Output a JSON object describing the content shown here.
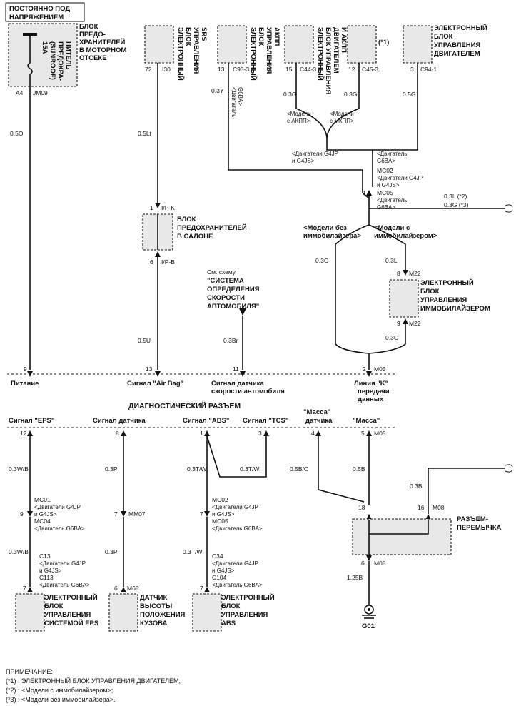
{
  "top_left": {
    "constant_power": [
      "ПОСТОЯННО ПОД",
      "НАПРЯЖЕНИЕМ"
    ],
    "fuse_box_label": [
      "БЛОК",
      "ПРЕДО-",
      "ХРАНИТЕЛЕЙ",
      "В МОТОРНОМ",
      "ОТСЕКЕ"
    ],
    "fuse_rating": "15A",
    "fuse_text": [
      "(SUNROOF)",
      "ПРЕДОХРА-",
      "НИТЕЛЬ"
    ],
    "pin_a4": "A4",
    "conn_jm09": "JM09",
    "wire_left": "0.5O"
  },
  "srs": {
    "vertical_label": [
      "ЭЛЕКТРОННЫЙ",
      "БЛОК",
      "УПРАВЛЕНИЯ",
      "SRS"
    ],
    "pin": "72",
    "conn": "I30",
    "wire": "0.5Lt"
  },
  "akpp_ecu": {
    "vertical_label": [
      "ЭЛЕКТРОННЫЙ",
      "БЛОК",
      "УПРАВЛЕНИЯ",
      "АКПП"
    ],
    "pin": "13",
    "conn": "C93-3",
    "wire": "0.3Y",
    "engine_note": [
      "<Двигатель",
      "G6BA>"
    ]
  },
  "engine_akpp_ecu": {
    "vertical_label": [
      "ЭЛЕКТРОННЫЙ",
      "БЛОК УПРАВЛЕНИЯ",
      "ДВИГАТЕЛЕМ",
      "И АКПП"
    ],
    "pin": "15",
    "conn": "C44-3",
    "wire": "0.3G"
  },
  "ecu_star": {
    "mark": "(*1)",
    "pin": "12",
    "conn": "C45-3",
    "wire": "0.3G"
  },
  "engine_ecu": {
    "label": [
      "ЭЛЕКТРОННЫЙ",
      "БЛОК",
      "УПРАВЛЕНИЯ",
      "ДВИГАТЕЛЕМ"
    ],
    "pin": "3",
    "conn": "C94-1",
    "wire": "0.5G"
  },
  "splice_notes": {
    "akpp_models": [
      "<Модели",
      "с АКПП>"
    ],
    "mkpp_models": [
      "<Модели",
      "с МКПП>"
    ],
    "engines_g4": [
      "<Двигатели G4JP",
      "и G4JS>"
    ],
    "engine_g6": [
      "<Двигатель",
      "G6BA>"
    ],
    "mc02": "MC02",
    "mc02_note": [
      "<Двигатели G4JP",
      "и G4JS>"
    ],
    "pin1": "1",
    "mc05": "MC05",
    "mc05_note": [
      "<Двигатель",
      "G6BA>"
    ],
    "out_wire1": "0.3L (*2)",
    "out_wire2": "0.3G (*3)"
  },
  "immob": {
    "no_immob": [
      "<Модели без",
      "иммобилайзера>"
    ],
    "with_immob": [
      "<Модели с",
      "иммобилайзером>"
    ],
    "wire_left": "0.3G",
    "wire_top": "0.3L",
    "pin8": "8",
    "conn_m22a": "M22",
    "label": [
      "ЭЛЕКТРОННЫЙ",
      "БЛОК",
      "УПРАВЛЕНИЯ",
      "ИММОБИЛАЙЗЕРОМ"
    ],
    "pin9": "9",
    "conn_m22b": "M22",
    "wire_bottom": "0.3G"
  },
  "interior_fuse": {
    "pin1": "1",
    "conn_top": "I/P-K",
    "label": [
      "БЛОК",
      "ПРЕДОХРАНИТЕЛЕЙ",
      "В САЛОНЕ"
    ],
    "pin6": "6",
    "conn_bottom": "I/P-B",
    "wire": "0.5U"
  },
  "speed_ref": {
    "text": [
      "См. схему",
      "\"СИСТЕМА",
      "ОПРЕДЕЛЕНИЯ",
      "СКОРОСТИ",
      "АВТОМОБИЛЯ\""
    ],
    "wire": "0.3Br"
  },
  "diag_upper": {
    "pin9": "9",
    "pin13": "13",
    "pin11": "11",
    "pin2": "2",
    "conn": "M05",
    "label_power": "Питание",
    "label_airbag": "Сигнал \"Air Bag\"",
    "label_speed": [
      "Сигнал датчика",
      "скорости автомобиля"
    ],
    "label_kline": [
      "Линия \"K\"",
      "передачи",
      "данных"
    ],
    "connector_title": "ДИАГНОСТИЧЕСКИЙ РАЗЪЕМ"
  },
  "diag_lower": {
    "label_eps": "Сигнал \"EPS\"",
    "label_sensor": "Сигнал датчика",
    "label_abs": "Сигнал \"ABS\"",
    "label_tcs": "Сигнал \"TCS\"",
    "label_mass_sensor": [
      "\"Масса\"",
      "датчика"
    ],
    "label_mass": "\"Масса\"",
    "pin12": "12",
    "pin8": "8",
    "pin1": "1",
    "pin3": "3",
    "pin4": "4",
    "pin5": "5",
    "conn": "M05"
  },
  "eps_branch": {
    "wire1": "0.3W/B",
    "mc01": "MC01",
    "mc01_note": [
      "<Двигатели G4JP",
      "и G4JS>"
    ],
    "mc04": "MC04",
    "mc04_note": "<Двигатель G6BA>",
    "pin9": "9",
    "wire2": "0.3W/B",
    "c13": "C13",
    "c13_note": [
      "<Двигатели G4JP",
      "и G4JS>"
    ],
    "c113": "C113",
    "c113_note": "<Двигатель G6BA>",
    "pin7": "7",
    "label": [
      "ЭЛЕКТРОННЫЙ",
      "БЛОК",
      "УПРАВЛЕНИЯ",
      "СИСТЕМОЙ EPS"
    ]
  },
  "height_branch": {
    "wire1": "0.3P",
    "pin7": "7",
    "conn": "MM07",
    "wire2": "0.3P",
    "pin6": "6",
    "conn_m68": "M68",
    "label": [
      "ДАТЧИК",
      "ВЫСОТЫ",
      "ПОЛОЖЕНИЯ",
      "КУЗОВА"
    ]
  },
  "abs_branch": {
    "wire1": "0.3T/W",
    "wire_tcs": "0.3T/W",
    "mc02": "MC02",
    "mc02_note": [
      "<Двигатели G4JP",
      "и G4JS>"
    ],
    "mc05": "MC05",
    "mc05_note": "<Двигатель G6BA>",
    "pin7a": "7",
    "wire2": "0.3T/W",
    "c34": "C34",
    "c34_note": [
      "<Двигатели G4JP",
      "и G4JS>"
    ],
    "c104": "C104",
    "c104_note": "<Двигатель G6BA>",
    "pin7b": "7",
    "label": [
      "ЭЛЕКТРОННЫЙ",
      "БЛОК",
      "УПРАВЛЕНИЯ",
      "ABS"
    ]
  },
  "ground_branch": {
    "wire_bo": "0.5B/O",
    "wire_5b": "0.5B",
    "wire_3b": "0.3B",
    "pin18": "18",
    "pin16": "16",
    "conn_m08a": "M08",
    "jumper_label": [
      "РАЗЪЕМ-",
      "ПЕРЕМЫЧКА"
    ],
    "pin6": "6",
    "conn_m08b": "M08",
    "wire_125b": "1.25B",
    "ground": "G01"
  },
  "notes": {
    "title": "ПРИМЕЧАНИЕ:",
    "n1": "(*1) : ЭЛЕКТРОННЫЙ БЛОК УПРАВЛЕНИЯ ДВИГАТЕЛЕМ;",
    "n2": "(*2) : <Модели с иммобилайзером>;",
    "n3": "(*3) : <Модели без иммобилайзера>."
  }
}
